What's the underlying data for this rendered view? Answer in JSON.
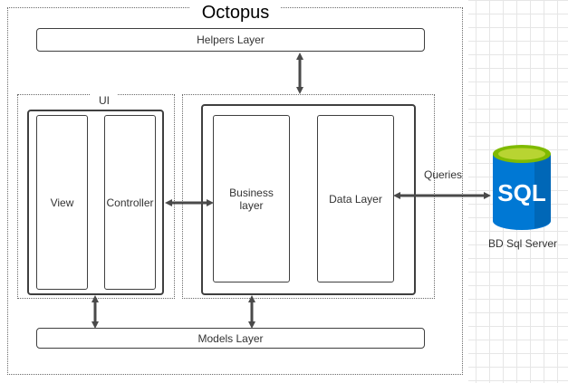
{
  "title": "Octopus",
  "helpers_layer": "Helpers Layer",
  "models_layer": "Models Layer",
  "ui_group": {
    "label": "UI",
    "view": "View",
    "controller": "Controller"
  },
  "logic_group": {
    "business_layer": "Business layer",
    "data_layer": "Data Layer"
  },
  "connection": {
    "queries_label": "Queries"
  },
  "database": {
    "icon_text": "SQL",
    "label": "BD Sql Server",
    "colors": {
      "body": "#0078d4",
      "top": "#7fba00",
      "dark": "#005a9e"
    }
  },
  "colors": {
    "border": "#3f3f3f",
    "frame": "#6a6a6a",
    "arrow": "#4a4a4a"
  }
}
